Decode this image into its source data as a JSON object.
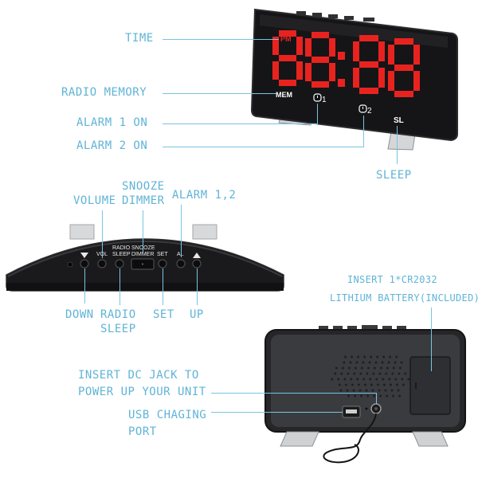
{
  "display": {
    "digits": "88:88",
    "pm": "PM",
    "mem": "MEM",
    "alarm1": "1",
    "alarm2": "2",
    "sleep": "SL"
  },
  "front_callouts": {
    "time": "TIME",
    "radio_memory": "RADIO MEMORY",
    "alarm1_on": "ALARM 1 ON",
    "alarm2_on": "ALARM 2 ON",
    "sleep": "SLEEP"
  },
  "top_buttons": {
    "vol": "VOL",
    "radio": "RADIO",
    "sleep": "SLEEP",
    "snooze": "SNOOZE",
    "dimmer": "DIMMER",
    "set": "SET",
    "al": "AL"
  },
  "top_callouts": {
    "snooze": "SNOOZE",
    "dimmer": "DIMMER",
    "volume": "VOLUME",
    "alarm": "ALARM 1,2",
    "down": "DOWN",
    "radio": "RADIO",
    "sleep": "SLEEP",
    "set": "SET",
    "up": "UP"
  },
  "back_callouts": {
    "battery_line1": "INSERT 1*CR2032",
    "battery_line2": "LITHIUM BATTERY(INCLUDED)",
    "dc_line1": "INSERT DC JACK TO",
    "dc_line2": "POWER UP YOUR UNIT",
    "usb_line1": "USB CHAGING",
    "usb_line2": "PORT"
  },
  "colors": {
    "label": "#5fb4d6",
    "led": "#e8231f",
    "body": "#1c1c1e"
  }
}
